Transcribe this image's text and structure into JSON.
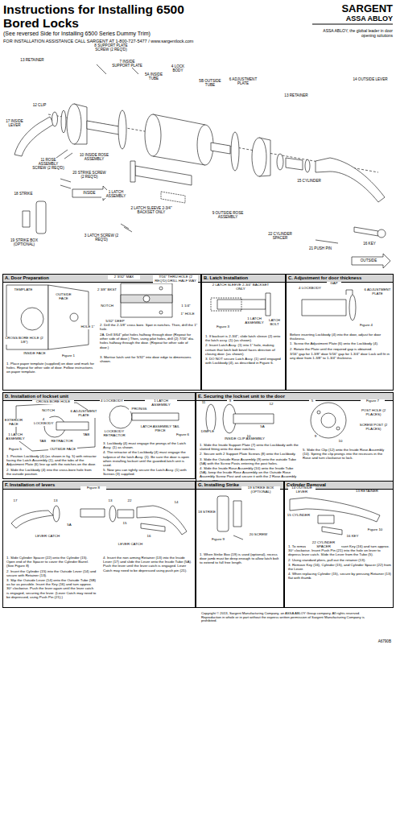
{
  "diagram": {
    "title": "Instructions for Installing 6500 Bored Locks",
    "nodes": [
      {
        "text": [
          "A. Door Preparation",
          "1. Place paper template (supplied) on door and mark for holes. Repeat for other side of door. Follow instructions on paper template.",
          "2. Drill the 2-1/8\" cross bore. Spot in notches. Then, drill the 1\" hole.",
          "2A. Drill 3/64\" pilot holes halfway through door (Repeat for other side of door.) Then, using pilot holes, drill (2) 7/16\" dia. holes halfway through the door. (Repeat for other side of door.)",
          "3. Mortise latch unit for 5/32\" into door edge to dimensions shown."
        ]
      },
      {
        "text": [
          "B. Latch Installation",
          "1. If backset is 2-3/4\", slide latch sleeve (2) onto the latch assy. (1) (as shown).",
          "2. Insert Latch Assy. (1) into 1\" hole, making certain that latch bolt bevel faces direction of closing door. (as shown).",
          "3. DO NOT secure Latch Assy. (1) until engaged with Lockbody (4), as described in Figure 6."
        ]
      },
      {
        "text": [
          "C. Adjustment for door thickness",
          "Before inserting Lockbody (4) into the door, adjust for door thickness.",
          "1. Screw the Adjustment Plate (6) onto the Lockbody (4).",
          "2. Rotate the Plate until the required gap is obtained.",
          "3/16\" gap for 1-3/8\" door 5/16\" gap for 1-3/4\" door Lock will fit in any door from 1-3/8\" to 1-3/4\" thickness"
        ]
      },
      {
        "text": [
          "D. Installation of lockset unit",
          "1. Position Lockbody (4) (as shown in fig. 5) with retractor facing the Latch Assembly (1), and the tabs of the Adjustment Plate (6) line up with the notches on the door.",
          "2. Slide the Lockbody (4) into the cross-bore hole from the outside position.",
          "3. Lockbody (4) must engage the prongs of the Latch Assy. (1) as shown.",
          "4. The retractor of the Lockbody (4) must engage the tailpiece of the latch Assy. (1). Be sure the door is open when installing lockset until the guarded-latch unit is used.",
          "5. Now you can tightly secure the Latch Assy. (1) with Screws (3) supplied."
        ]
      },
      {
        "text": [
          "E. Securing the lockset unit to the door",
          "1. Slide the Inside Support Plate (7) onto the Lockbody with the slotted fitting onto the door notches.",
          "2. Secure with 2 Support Plate Screws (8) onto the Lockbody.",
          "3. Slide the Outside Rose Assembly (9) onto the outside Tube (5A) with the Screw Posts entering the post holes.",
          "4. Slide the Inside Rose Assembly (10) onto the Inside Tube (5A), keep the Inside Rose Assembly on the Outside Rose Assembly Screw Post and secure it with the 2 Rose Assembly Screws (11).",
          "5. Slide the Clip (12) onto the Inside Rose Assembly (10). Spring the clip prongs into the recesses in the Rose and turn clockwise to lock."
        ]
      },
      {
        "text": [
          "F. Installation of levers",
          "1. Slide Cylinder Spacer (22) onto the Cylinder (15). Open end of the Spacer to cover the Cylinder Barrel. (See Figure 8)",
          "2. Insert the Cylinder (15) into the Outside Lever (14) and secure with Retainer (13).",
          "3. Slip the Outside Lever (14) onto the Outside Tube (5B) as far as possible. Insert the Key (16) and turn approx. 30° clockwise. Push the lever again until the lever catch is engaged, securing the lever. (Lever Catch may need to be depressed, using Push Pin (21).)",
          "4. Insert the non arming Retainer (13) into the Inside Lever (17) and slide the Lever onto the Inside Tube (5A). Push the lever until the lever catch is engaged. Lever Catch may need to be depressed using push pin (21)."
        ]
      },
      {
        "text": [
          "G. Installing Strike",
          "1. When Strike Box (19) is used (optional), recess door jamb must be deep enough to allow latch bolt to extend to full free length."
        ]
      },
      {
        "text": [
          "Cylinder Removal",
          "1. To remove Outside Lever (14) insert Key (16) and turn approx. 30° clockwise. Insert Push Pin (21) into the hole on lever to depress lever catch. Slide the Lever from the Tube (5).",
          "2. Using standard pliers, pull out the retainer (13).",
          "3. Remove Key (16), Cylinder (15), and Cylinder Spacer (22) from the Lever.",
          "4. When replacing Cylinder (15), secure by pressing Retainer (13) flat with thumb."
        ]
      }
    ],
    "labels": [
      "(See reversed Side for Installing 6500 Series Dummy Trim)",
      "FOR INSTALLATION ASSISTANCE CALL SARGENT AT 1-800-727-5477 / www.sargentlock.com",
      "SARGENT",
      "ASSA ABLOY",
      "ASSA ABLOY, the global leader in door opening solutions",
      "13 RETAINER",
      "8 SUPPORT PLATE SCREW (2 REQ'D)",
      "7 INSIDE SUPPORT PLATE",
      "5A INSIDE TUBE",
      "4 LOCK BODY",
      "5B OUTSIDE TUBE",
      "6 ADJUSTMENT PLATE",
      "17 INSIDE LEVER",
      "12 CLIP",
      "11 ROSE ASSEMBLY SCREW (2 REQ'D)",
      "10 INSIDE ROSE ASSEMBLY",
      "20 STRIKE SCREW (2 REQ'D)",
      "INSIDE",
      "18 STRIKE",
      "19 STRIKE BOX (OPTIONAL)",
      "1 LATCH ASSEMBLY",
      "2 LATCH SLEEVE 2-3/4\" BACKSET ONLY",
      "3 LATCH SCREW (2 REQ'D)",
      "9 OUTSIDE ROSE ASSEMBLY",
      "13 RETAINER",
      "15 CYLINDER",
      "14 OUTSIDE LEVER",
      "22 CYLINDER SPACER",
      "21 PUSH PIN",
      "16 KEY",
      "OUTSIDE",
      "TEMPLATE",
      "OUTSIDE FACE",
      "CROSS BORE HOLE (2 1/8\")",
      "HOLE 1\"",
      "INSIDE FACE",
      "Figure 1",
      "2 3/32\" MAX",
      "2 3/8\" BKST",
      "NOTCH",
      "7/16\" THRU HOLE (2 REQ'D) DRILL HALF WAY",
      "1 1/4\"",
      "1\" HOLE",
      "5/32\" DEEP",
      "2 LATCH SLEEVE 2-3/4\" BACKSET ONLY",
      "1 LATCH ASSEMBLY",
      "LATCH BOLT",
      "Figure 3",
      "GAP",
      "6 ADJUSTMENT PLATE",
      "4 LOCKBODY",
      "Figure 4",
      "CROSS BORE HOLE",
      "NOTCH",
      "EXTERIOR FACE",
      "6 ADJUSTMENT PLATE",
      "4 LOCKBODY",
      "TAB",
      "1 LATCH ASSEMBLY",
      "TAB",
      "RETRACTOR",
      "OUTSIDE FACE",
      "Figure 5",
      "4 LOCKBODY",
      "1 LATCH ASSEMBLY",
      "PRONGS",
      "LOCKBODY RETRACTOR",
      "LATCH ASSEMBLY TAIL PIECE",
      "Figure 6",
      "11",
      "9",
      "DIMPLE",
      "5A",
      "12",
      "10",
      "INSIDE CLIP ASSEMBLY",
      "Figure 7",
      "5",
      "POST HOLE (2 PLACES)",
      "SCREW POST (2 PLACES)",
      "9",
      "10",
      "Figure 8",
      "17",
      "13",
      "5A",
      "LEVER CATCH",
      "13",
      "15",
      "22",
      "14",
      "16",
      "LEVER CATCH",
      "19 STRIKE BOX (OPTIONAL)",
      "18 STRIKE",
      "20 SCREW",
      "Figure 9",
      "14 OUTSIDE LEVER",
      "15 CYLINDER",
      "16 KEY",
      "13 RETAINER",
      "22 CYLINDER SPACER",
      "Figure 10",
      "Copyright © 2013, Sargent Manufacturing Company, an ASSA ABLOY Group company. All rights reserved. Reproduction in whole or in part without the express written permission of Sargent Manufacturing Company is prohibited.",
      "A6790B"
    ]
  }
}
